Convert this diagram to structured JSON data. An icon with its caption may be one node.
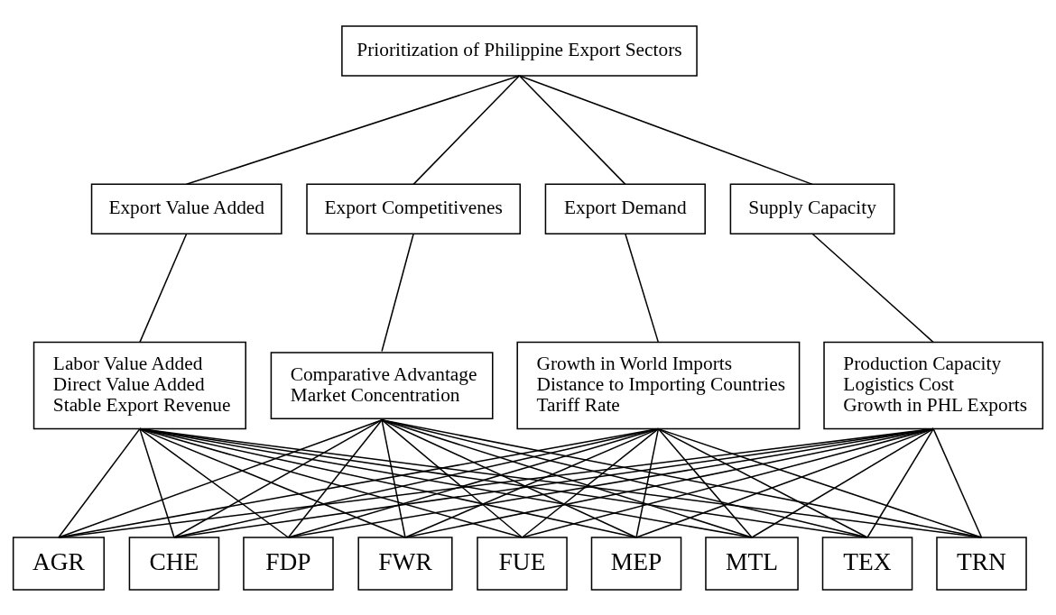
{
  "diagram": {
    "nodes": [
      {
        "text": [
          "Prioritization of Philippine Export Sectors"
        ]
      },
      {
        "text": [
          "Export Value Added"
        ]
      },
      {
        "text": [
          "Export Competitivenes"
        ]
      },
      {
        "text": [
          "Export Demand"
        ]
      },
      {
        "text": [
          "Supply Capacity"
        ]
      },
      {
        "text": [
          "Labor Value Added",
          "Direct Value Added",
          "Stable Export Revenue"
        ]
      },
      {
        "text": [
          "Comparative Advantage",
          "Market Concentration"
        ]
      },
      {
        "text": [
          "Growth in World Imports",
          "Distance to Importing Countries",
          "Tariff Rate"
        ]
      },
      {
        "text": [
          "Production Capacity",
          "Logistics Cost",
          "Growth in PHL Exports"
        ]
      },
      {
        "text": [
          "AGR"
        ]
      },
      {
        "text": [
          "CHE"
        ]
      },
      {
        "text": [
          "FDP"
        ]
      },
      {
        "text": [
          "FWR"
        ]
      },
      {
        "text": [
          "FUE"
        ]
      },
      {
        "text": [
          "MEP"
        ]
      },
      {
        "text": [
          "MTL"
        ]
      },
      {
        "text": [
          "TEX"
        ]
      },
      {
        "text": [
          "TRN"
        ]
      }
    ],
    "edges": [
      {
        "from": 0,
        "to": 1,
        "arrow": "none"
      },
      {
        "from": 0,
        "to": 2,
        "arrow": "none"
      },
      {
        "from": 0,
        "to": 3,
        "arrow": "none"
      },
      {
        "from": 0,
        "to": 4,
        "arrow": "none"
      },
      {
        "from": 1,
        "to": 5,
        "arrow": "none"
      },
      {
        "from": 2,
        "to": 6,
        "arrow": "none"
      },
      {
        "from": 3,
        "to": 7,
        "arrow": "none"
      },
      {
        "from": 4,
        "to": 8,
        "arrow": "none"
      },
      {
        "from": 5,
        "to": 9,
        "arrow": "none"
      },
      {
        "from": 5,
        "to": 10,
        "arrow": "none"
      },
      {
        "from": 5,
        "to": 11,
        "arrow": "none"
      },
      {
        "from": 5,
        "to": 12,
        "arrow": "none"
      },
      {
        "from": 5,
        "to": 13,
        "arrow": "none"
      },
      {
        "from": 5,
        "to": 14,
        "arrow": "none"
      },
      {
        "from": 5,
        "to": 15,
        "arrow": "none"
      },
      {
        "from": 5,
        "to": 16,
        "arrow": "none"
      },
      {
        "from": 5,
        "to": 17,
        "arrow": "none"
      },
      {
        "from": 6,
        "to": 9,
        "arrow": "none"
      },
      {
        "from": 6,
        "to": 10,
        "arrow": "none"
      },
      {
        "from": 6,
        "to": 11,
        "arrow": "none"
      },
      {
        "from": 6,
        "to": 12,
        "arrow": "none"
      },
      {
        "from": 6,
        "to": 13,
        "arrow": "none"
      },
      {
        "from": 6,
        "to": 14,
        "arrow": "none"
      },
      {
        "from": 6,
        "to": 15,
        "arrow": "none"
      },
      {
        "from": 6,
        "to": 16,
        "arrow": "none"
      },
      {
        "from": 6,
        "to": 17,
        "arrow": "none"
      },
      {
        "from": 7,
        "to": 9,
        "arrow": "none"
      },
      {
        "from": 7,
        "to": 10,
        "arrow": "none"
      },
      {
        "from": 7,
        "to": 11,
        "arrow": "none"
      },
      {
        "from": 7,
        "to": 12,
        "arrow": "none"
      },
      {
        "from": 7,
        "to": 13,
        "arrow": "none"
      },
      {
        "from": 7,
        "to": 14,
        "arrow": "none"
      },
      {
        "from": 7,
        "to": 15,
        "arrow": "none"
      },
      {
        "from": 7,
        "to": 16,
        "arrow": "none"
      },
      {
        "from": 7,
        "to": 17,
        "arrow": "none"
      },
      {
        "from": 8,
        "to": 9,
        "arrow": "none"
      },
      {
        "from": 8,
        "to": 10,
        "arrow": "none"
      },
      {
        "from": 8,
        "to": 11,
        "arrow": "none"
      },
      {
        "from": 8,
        "to": 12,
        "arrow": "none"
      },
      {
        "from": 8,
        "to": 13,
        "arrow": "none"
      },
      {
        "from": 8,
        "to": 14,
        "arrow": "none"
      },
      {
        "from": 8,
        "to": 15,
        "arrow": "none"
      },
      {
        "from": 8,
        "to": 16,
        "arrow": "none"
      },
      {
        "from": 8,
        "to": 17,
        "arrow": "none"
      }
    ]
  }
}
